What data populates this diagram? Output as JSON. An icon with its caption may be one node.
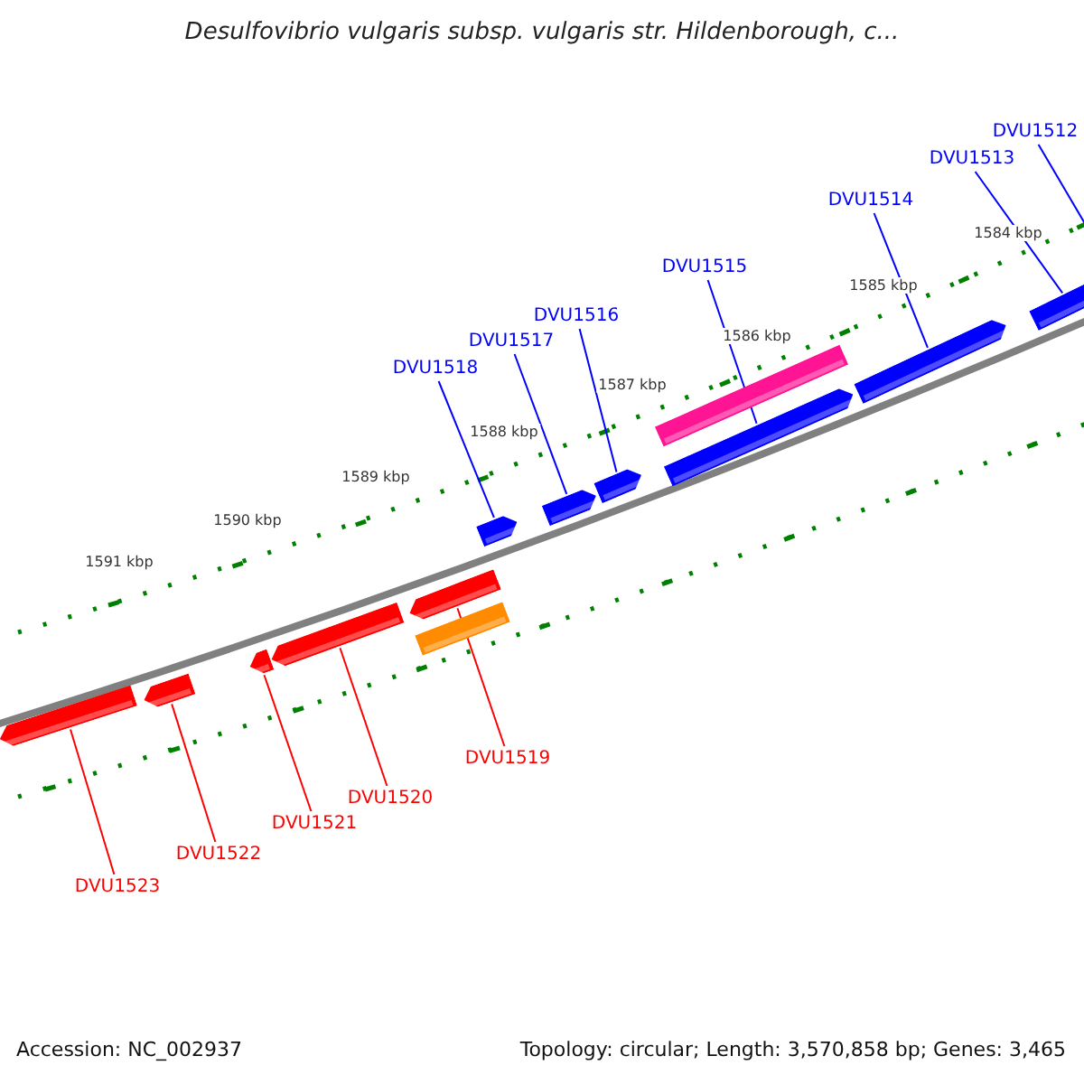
{
  "diagram": {
    "title": "Desulfovibrio vulgaris subsp. vulgaris str. Hildenborough, c...",
    "nodes": [
      {
        "text": [
          "DVU1512"
        ]
      },
      {
        "text": [
          "DVU1513"
        ]
      },
      {
        "text": [
          "DVU1514"
        ]
      },
      {
        "text": [
          "DVU1515"
        ]
      },
      {
        "text": [
          "DVU1516"
        ]
      },
      {
        "text": [
          "DVU1517"
        ]
      },
      {
        "text": [
          "DVU1518"
        ]
      },
      {
        "text": [
          "DVU1519"
        ]
      },
      {
        "text": [
          "DVU1520"
        ]
      },
      {
        "text": [
          "DVU1521"
        ]
      },
      {
        "text": [
          "DVU1522"
        ]
      },
      {
        "text": [
          "DVU1523"
        ]
      },
      {
        "text": [],
        "shape": "arrow"
      },
      {
        "text": [],
        "shape": "arrow"
      },
      {
        "text": [],
        "shape": "arrow"
      },
      {
        "text": [],
        "shape": "arrow"
      },
      {
        "text": [],
        "shape": "bar"
      },
      {
        "text": [],
        "shape": "arrow"
      },
      {
        "text": [],
        "shape": "arrow"
      },
      {
        "text": [],
        "shape": "arrow"
      },
      {
        "text": [],
        "shape": "arrow"
      },
      {
        "text": [],
        "shape": "arrow"
      },
      {
        "text": [],
        "shape": "arrow"
      },
      {
        "text": [],
        "shape": "arrow"
      },
      {
        "text": [],
        "shape": "bar"
      }
    ],
    "edges": [
      {
        "from": 0,
        "to": null,
        "arrow": "none"
      },
      {
        "from": 1,
        "to": 18,
        "arrow": "none"
      },
      {
        "from": 2,
        "to": 17,
        "arrow": "none"
      },
      {
        "from": 3,
        "to": 15,
        "arrow": "none"
      },
      {
        "from": 4,
        "to": 14,
        "arrow": "none"
      },
      {
        "from": 5,
        "to": 13,
        "arrow": "none"
      },
      {
        "from": 6,
        "to": 12,
        "arrow": "none"
      },
      {
        "from": 7,
        "to": 23,
        "arrow": "none",
        "color": "#ff0000"
      },
      {
        "from": 8,
        "to": 22,
        "arrow": "none",
        "color": "#ff0000"
      },
      {
        "from": 9,
        "to": 21,
        "arrow": "none",
        "color": "#ff0000"
      },
      {
        "from": 10,
        "to": 20,
        "arrow": "none",
        "color": "#ff0000"
      },
      {
        "from": 11,
        "to": 19,
        "arrow": "none",
        "color": "#ff0000"
      }
    ],
    "labels": [
      "1584 kbp",
      "1585 kbp",
      "1586 kbp",
      "1587 kbp",
      "1588 kbp",
      "1589 kbp",
      "1590 kbp",
      "1591 kbp",
      "Accession: NC_002937",
      "Topology: circular; Length: 3,570,858 bp; Genes: 3,465"
    ]
  }
}
